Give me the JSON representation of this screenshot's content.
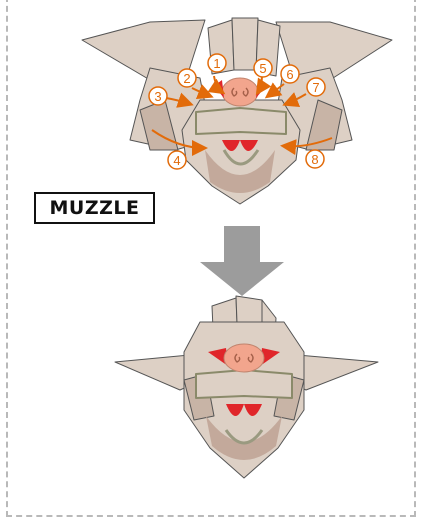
{
  "title_box": {
    "text": "MUZZLE"
  },
  "steps": [
    "1",
    "2",
    "3",
    "4",
    "5",
    "6",
    "7",
    "8"
  ],
  "colors": {
    "paper": "#ddd0c5",
    "paper_stroke": "#555555",
    "shade": "#c3a99b",
    "nose": "#f2a58d",
    "mouth_red": "#e0262a",
    "mouth_line": "#9a9a80",
    "arrow_orange": "#e26b0a",
    "down_arrow": "#9c9c9c"
  }
}
